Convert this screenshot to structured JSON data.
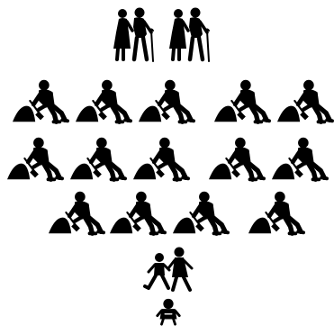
{
  "ink_color": "#000000",
  "background_color": "#ffffff",
  "rows": [
    {
      "icon": "elderly-couple-icon",
      "count": 2
    },
    {
      "icon": "worker-digging-icon",
      "count": 5
    },
    {
      "icon": "worker-digging-icon",
      "count": 5
    },
    {
      "icon": "worker-digging-icon",
      "count": 4
    },
    {
      "icon": "children-walking-icon",
      "count": 1
    },
    {
      "icon": "baby-icon",
      "count": 1
    }
  ]
}
